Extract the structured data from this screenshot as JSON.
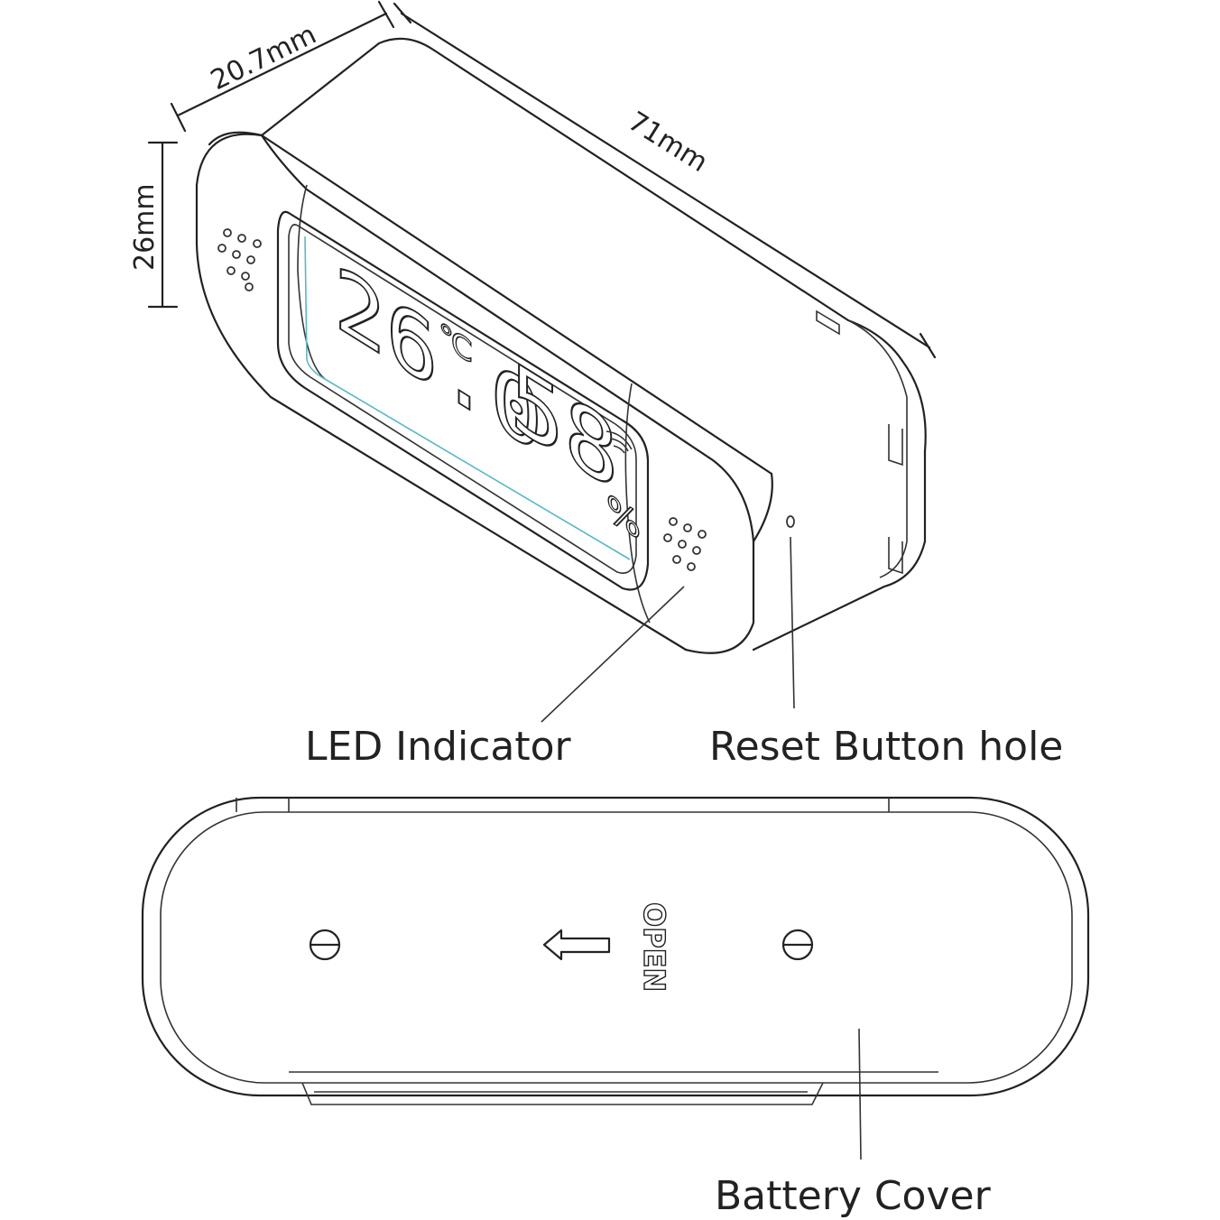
{
  "dimensions": {
    "depth": "20.7mm",
    "length": "71mm",
    "height": "26mm"
  },
  "display": {
    "temperature": "26.0",
    "temperature_unit": "℃",
    "humidity": "58",
    "humidity_unit": "%"
  },
  "callouts": {
    "led_indicator": "LED Indicator",
    "reset_button_hole": "Reset Button hole",
    "battery_cover": "Battery Cover"
  },
  "bottom_view": {
    "open_label": "OPEN"
  }
}
